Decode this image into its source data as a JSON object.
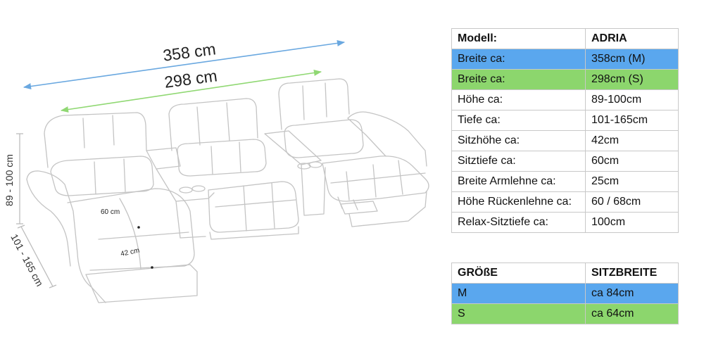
{
  "colors": {
    "blue": "#5aa7ee",
    "green": "#8cd66d",
    "arrow_blue": "#6aa8e0",
    "arrow_green": "#90d873",
    "line": "#bfbfbf"
  },
  "drawing": {
    "width_label_large": "358 cm",
    "width_label_small": "298 cm",
    "height_label": "89 - 100 cm",
    "depth_label": "101 - 165 cm",
    "seat_depth_label": "60 cm",
    "seat_height_label": "42 cm"
  },
  "specs": {
    "header": [
      "Modell:",
      "ADRIA"
    ],
    "rows": [
      {
        "label": "Breite ca:",
        "value": "358cm (M)",
        "highlight": "blue"
      },
      {
        "label": "Breite ca:",
        "value": "298cm (S)",
        "highlight": "green"
      },
      {
        "label": "Höhe ca:",
        "value": "89-100cm",
        "highlight": ""
      },
      {
        "label": "Tiefe ca:",
        "value": "101-165cm",
        "highlight": ""
      },
      {
        "label": "Sitzhöhe ca:",
        "value": "42cm",
        "highlight": ""
      },
      {
        "label": "Sitztiefe ca:",
        "value": "60cm",
        "highlight": ""
      },
      {
        "label": "Breite Armlehne ca:",
        "value": "25cm",
        "highlight": ""
      },
      {
        "label": "Höhe Rückenlehne ca:",
        "value": "60 / 68cm",
        "highlight": ""
      },
      {
        "label": "Relax-Sitztiefe ca:",
        "value": "100cm",
        "highlight": ""
      }
    ]
  },
  "sizes": {
    "header": [
      "GRÖßE",
      "SITZBREITE"
    ],
    "rows": [
      {
        "label": "M",
        "value": "ca 84cm",
        "highlight": "blue"
      },
      {
        "label": "S",
        "value": "ca 64cm",
        "highlight": "green"
      }
    ]
  }
}
